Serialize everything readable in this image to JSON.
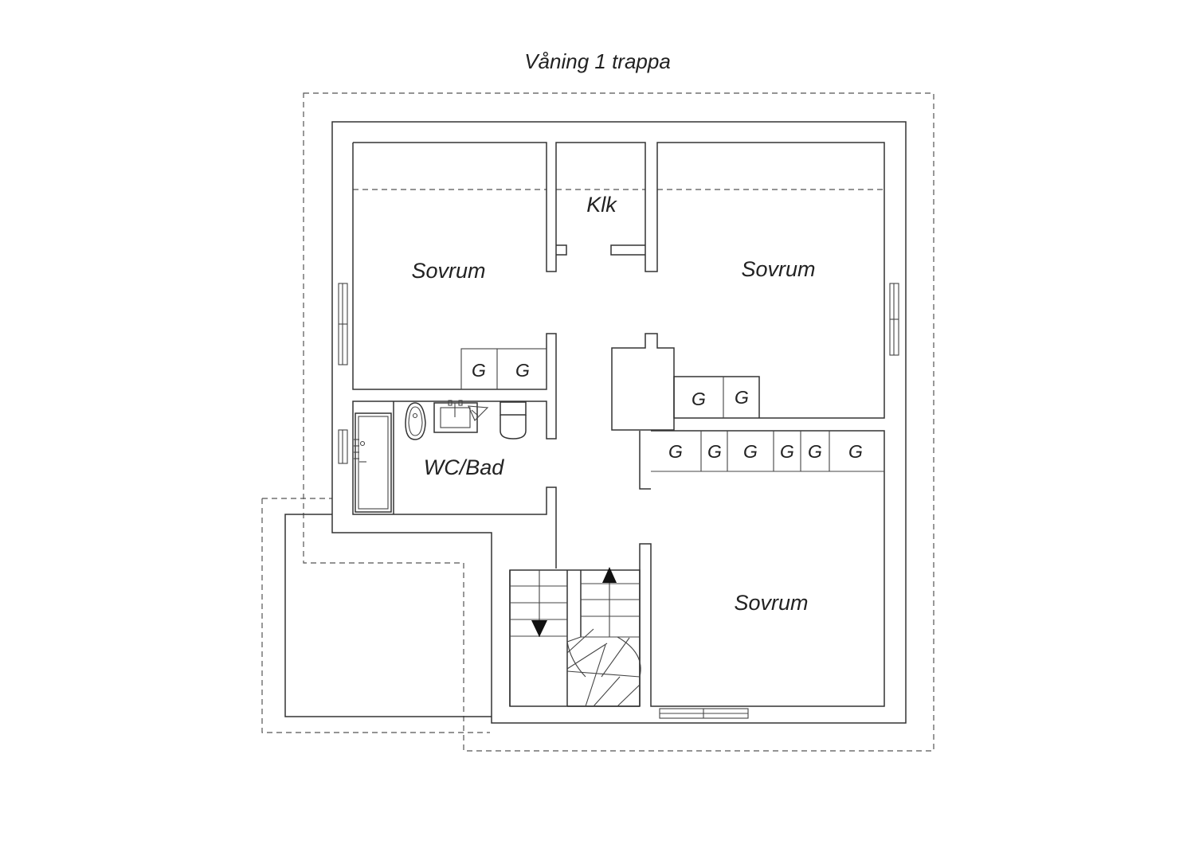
{
  "title": "Våning 1 trappa",
  "rooms": {
    "klk": "Klk",
    "sovrum_nw": "Sovrum",
    "sovrum_ne": "Sovrum",
    "wc_bad": "WC/Bad",
    "sovrum_se": "Sovrum"
  },
  "closet_label": "G",
  "stair_arrows": [
    "up-arrow-icon",
    "down-arrow-icon"
  ]
}
